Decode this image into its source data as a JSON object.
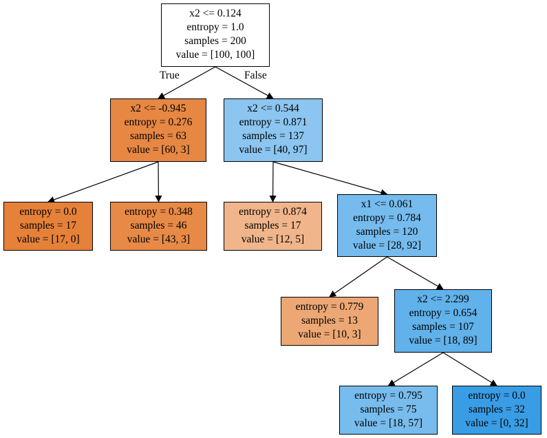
{
  "tree": {
    "edge_labels": {
      "true_label": "True",
      "false_label": "False"
    },
    "nodes": [
      {
        "id": "n0",
        "lines": [
          "x2 <= 0.124",
          "entropy = 1.0",
          "samples = 200",
          "value = [100, 100]"
        ],
        "fill": "#ffffff"
      },
      {
        "id": "n1",
        "lines": [
          "x2 <= -0.945",
          "entropy = 0.276",
          "samples = 63",
          "value = [60, 3]"
        ],
        "fill": "#e68743"
      },
      {
        "id": "n2",
        "lines": [
          "x2 <= 0.544",
          "entropy = 0.871",
          "samples = 137",
          "value = [40, 97]"
        ],
        "fill": "#8bc5f0"
      },
      {
        "id": "n3",
        "lines": [
          "entropy = 0.0",
          "samples = 17",
          "value = [17, 0]"
        ],
        "fill": "#e58139"
      },
      {
        "id": "n4",
        "lines": [
          "entropy = 0.348",
          "samples = 46",
          "value = [43, 3]"
        ],
        "fill": "#e78a47"
      },
      {
        "id": "n5",
        "lines": [
          "entropy = 0.874",
          "samples = 17",
          "value = [12, 5]"
        ],
        "fill": "#f0b58b"
      },
      {
        "id": "n6",
        "lines": [
          "x1 <= 0.061",
          "entropy = 0.784",
          "samples = 120",
          "value = [28, 92]"
        ],
        "fill": "#75bbed"
      },
      {
        "id": "n7",
        "lines": [
          "entropy = 0.779",
          "samples = 13",
          "value = [10, 3]"
        ],
        "fill": "#eda774"
      },
      {
        "id": "n8",
        "lines": [
          "x2 <= 2.299",
          "entropy = 0.654",
          "samples = 107",
          "value = [18, 89]"
        ],
        "fill": "#61b1ea"
      },
      {
        "id": "n9",
        "lines": [
          "entropy = 0.795",
          "samples = 75",
          "value = [18, 57]"
        ],
        "fill": "#78bced"
      },
      {
        "id": "n10",
        "lines": [
          "entropy = 0.0",
          "samples = 32",
          "value = [0, 32]"
        ],
        "fill": "#399de5"
      }
    ],
    "edges": [
      [
        "n0",
        "n1"
      ],
      [
        "n0",
        "n2"
      ],
      [
        "n1",
        "n3"
      ],
      [
        "n1",
        "n4"
      ],
      [
        "n2",
        "n5"
      ],
      [
        "n2",
        "n6"
      ],
      [
        "n6",
        "n7"
      ],
      [
        "n6",
        "n8"
      ],
      [
        "n8",
        "n9"
      ],
      [
        "n8",
        "n10"
      ]
    ]
  }
}
